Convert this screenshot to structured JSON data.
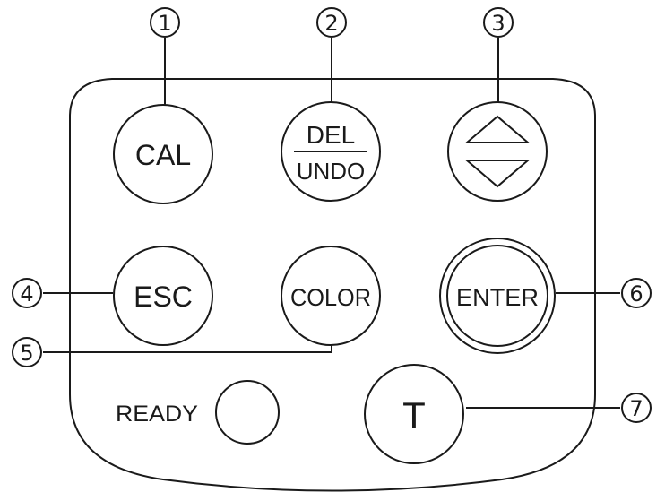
{
  "diagram": {
    "callouts": [
      "①",
      "②",
      "③",
      "④",
      "⑤",
      "⑥",
      "⑦"
    ],
    "keys": {
      "cal": "CAL",
      "del": "DEL",
      "undo": "UNDO",
      "esc": "ESC",
      "color": "COLOR",
      "enter": "ENTER",
      "t": "T"
    },
    "indicator": {
      "label": "READY"
    },
    "arrow_key_icons": [
      "triangle-up-icon",
      "triangle-down-icon"
    ],
    "colors": {
      "stroke": "#1a1a1a",
      "background": "#ffffff"
    }
  }
}
